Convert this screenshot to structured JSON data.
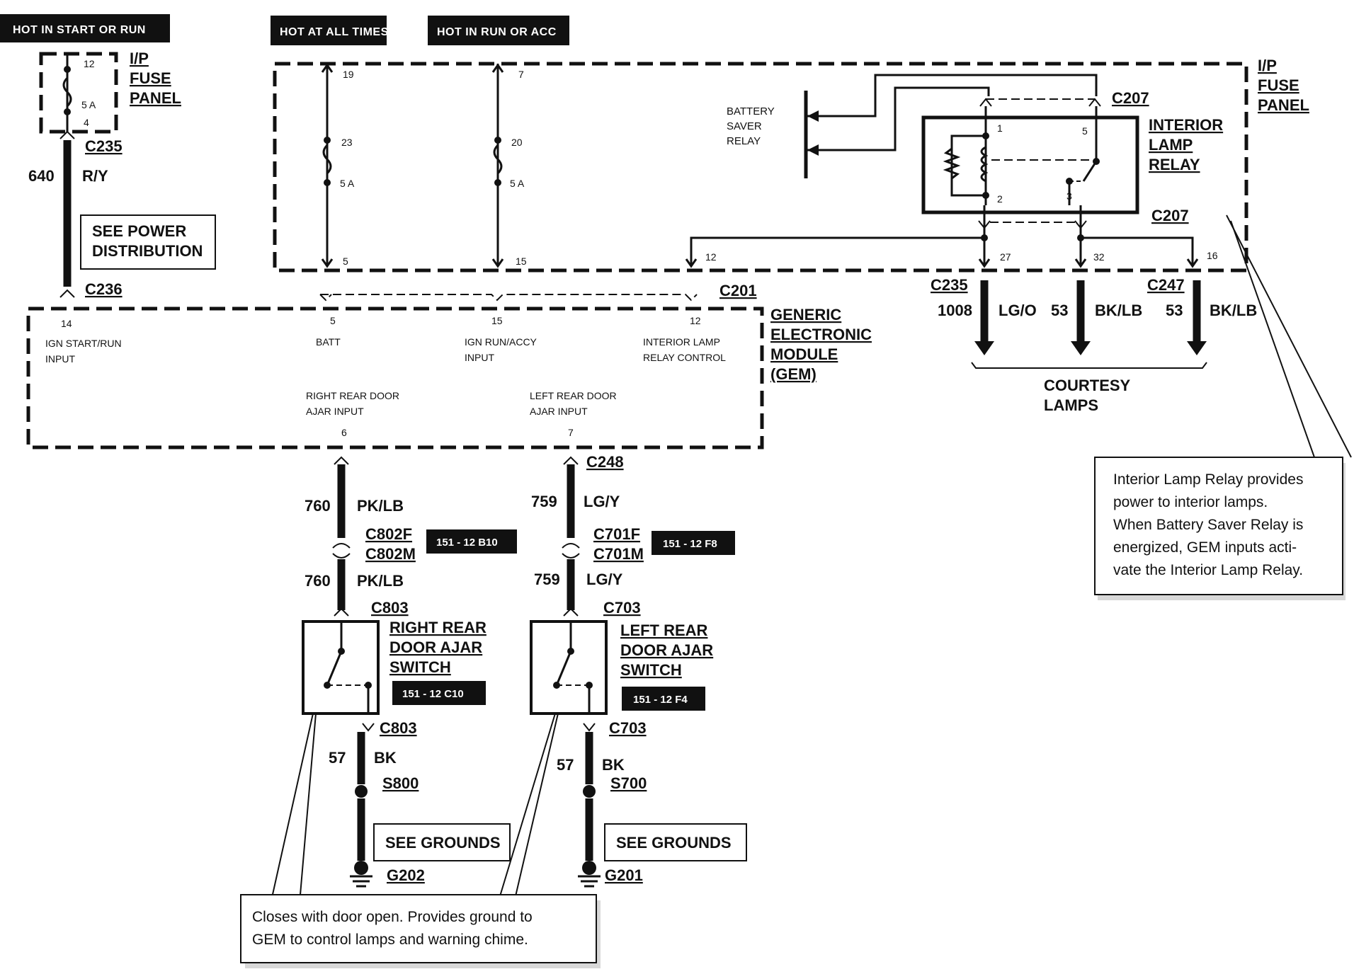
{
  "headers": {
    "hot_start_run": "HOT IN START OR RUN",
    "hot_all_times": "HOT AT ALL TIMES",
    "hot_run_acc": "HOT IN RUN OR ACC"
  },
  "ip_fuse_panel": {
    "label_l1": "I/P",
    "label_l2": "FUSE",
    "label_l3": "PANEL"
  },
  "left_fuse": {
    "pin_top": "12",
    "pin_bottom": "4",
    "rating": "5 A"
  },
  "left_wire": {
    "conn_top": "C235",
    "circuit": "640",
    "color": "R/Y",
    "see_power_l1": "SEE POWER",
    "see_power_l2": "DISTRIBUTION",
    "conn_bottom": "C236"
  },
  "fuse_19": {
    "pin_top": "19",
    "fuse": "23",
    "rating": "5 A",
    "pin_bottom": "5"
  },
  "fuse_7": {
    "pin_top": "7",
    "fuse": "20",
    "rating": "5 A",
    "pin_bottom": "15"
  },
  "battery_saver": {
    "l1": "BATTERY",
    "l2": "SAVER",
    "l3": "RELAY"
  },
  "interior_relay": {
    "l1": "INTERIOR",
    "l2": "LAMP",
    "l3": "RELAY",
    "conn_top": "C207",
    "conn_bottom": "C207",
    "pin1": "1",
    "pin2": "2",
    "pin3": "3",
    "pin5": "5"
  },
  "relay_outputs": {
    "pin12": "12",
    "pin27": "27",
    "pin32": "32",
    "pin16": "16",
    "c235": "C235",
    "c247": "C247",
    "w1008": "1008",
    "w1008_color": "LG/O",
    "w53a": "53",
    "w53a_color": "BK/LB",
    "w53b": "53",
    "w53b_color": "BK/LB",
    "courtesy_l1": "COURTESY",
    "courtesy_l2": "LAMPS"
  },
  "gem": {
    "conn": "C201",
    "title_l1": "GENERIC",
    "title_l2": "ELECTRONIC",
    "title_l3": "MODULE",
    "title_l4": "(GEM)",
    "pin14": "14",
    "ign_l1": "IGN  START/RUN",
    "ign_l2": "INPUT",
    "pin5": "5",
    "batt": "BATT",
    "pin15": "15",
    "run_l1": "IGN  RUN/ACCY",
    "run_l2": "INPUT",
    "pin12": "12",
    "lamp_l1": "INTERIOR LAMP",
    "lamp_l2": "RELAY CONTROL",
    "rr_l1": "RIGHT REAR DOOR",
    "rr_l2": "AJAR INPUT",
    "pin6": "6",
    "lr_l1": "LEFT REAR DOOR",
    "lr_l2": "AJAR INPUT",
    "pin7": "7"
  },
  "right_branch": {
    "w760a": "760",
    "w760a_color": "PK/LB",
    "c802f": "C802F",
    "c802m": "C802M",
    "ref1": "151 - 12 B10",
    "w760b": "760",
    "w760b_color": "PK/LB",
    "c803_top": "C803",
    "sw_l1": "RIGHT REAR",
    "sw_l2": "DOOR AJAR",
    "sw_l3": "SWITCH",
    "ref2": "151 - 12 C10",
    "c803_bot": "C803",
    "w57": "57",
    "w57_color": "BK",
    "splice": "S800",
    "see_grounds": "SEE GROUNDS",
    "ground": "G202"
  },
  "left_branch": {
    "c248": "C248",
    "w759a": "759",
    "w759a_color": "LG/Y",
    "c701f": "C701F",
    "c701m": "C701M",
    "ref1": "151 - 12 F8",
    "w759b": "759",
    "w759b_color": "LG/Y",
    "c703_top": "C703",
    "sw_l1": "LEFT REAR",
    "sw_l2": "DOOR AJAR",
    "sw_l3": "SWITCH",
    "ref2": "151 - 12 F4",
    "c703_bot": "C703",
    "w57": "57",
    "w57_color": "BK",
    "splice": "S700",
    "see_grounds": "SEE GROUNDS",
    "ground": "G201"
  },
  "note_relay": {
    "l1": "Interior Lamp Relay provides",
    "l2": "power to interior lamps.",
    "l3": "When Battery Saver Relay is",
    "l4": "energized, GEM inputs acti-",
    "l5": "vate the Interior Lamp Relay."
  },
  "note_switch": {
    "l1": "Closes with door open. Provides ground to",
    "l2": "GEM to control lamps and warning chime."
  }
}
